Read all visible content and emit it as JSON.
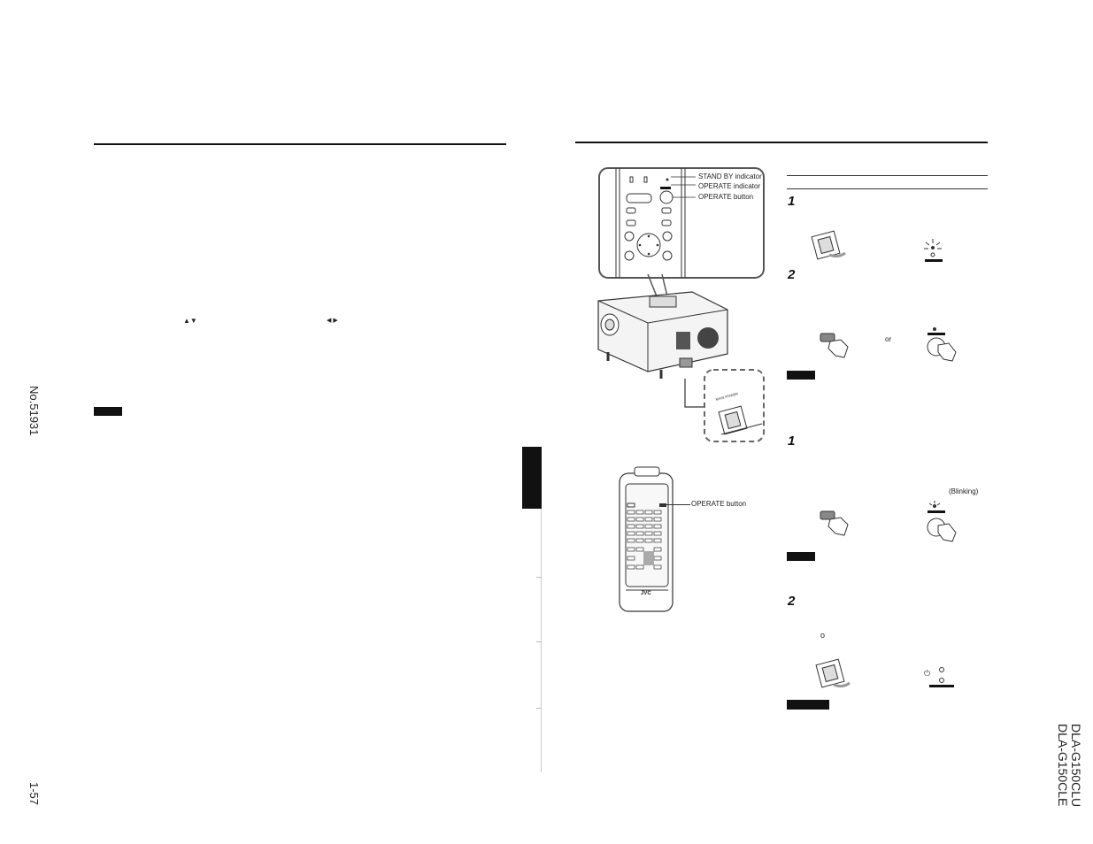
{
  "left_page": {
    "side_number": "No.51931",
    "page_number": "1-57",
    "arrows_updown": "▲▼",
    "arrows_leftright": "◀ ▶"
  },
  "right_page": {
    "model_line1": "DLA-G150CLU",
    "model_line2": "DLA-G150CLE",
    "indicator_labels": {
      "standby": "STAND BY indicator",
      "operate_indicator": "OPERATE indicator",
      "operate_button": "OPERATE button"
    },
    "remote_label": "OPERATE button",
    "remote_brand": "JVC",
    "section1": {
      "step1": "1",
      "step2": "2",
      "or_text": "or"
    },
    "section2": {
      "step1": "1",
      "step2": "2",
      "blinking": "(Blinking)",
      "small_symbol": "o"
    }
  },
  "icons": [
    "projector-top-panel",
    "projector-body",
    "main-power-switch",
    "remote-control",
    "hand-press",
    "indicator-light"
  ]
}
